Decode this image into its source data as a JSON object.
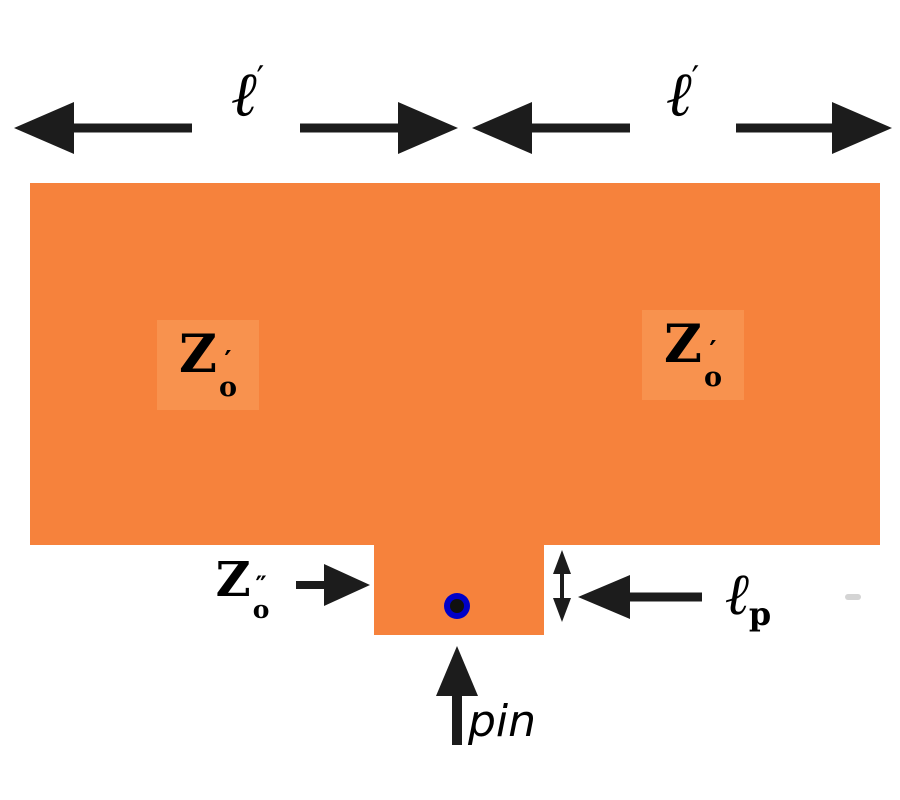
{
  "colors": {
    "patch": "#F6823C",
    "label_patch": "#F8924E",
    "pin_ring": "#0000C8",
    "pin_core": "#101010"
  },
  "labels": {
    "length_left_base": "ℓ",
    "length_left_mark": "′",
    "length_right_base": "ℓ",
    "length_right_mark": "′",
    "z_left_base": "Z",
    "z_left_mark": "′",
    "z_left_sub": "o",
    "z_right_base": "Z",
    "z_right_mark": "′",
    "z_right_sub": "o",
    "z_stub_base": "Z",
    "z_stub_mark": "″",
    "z_stub_sub": "o",
    "length_pin_base": "ℓ",
    "length_pin_sub": "p",
    "pin": "pin"
  }
}
